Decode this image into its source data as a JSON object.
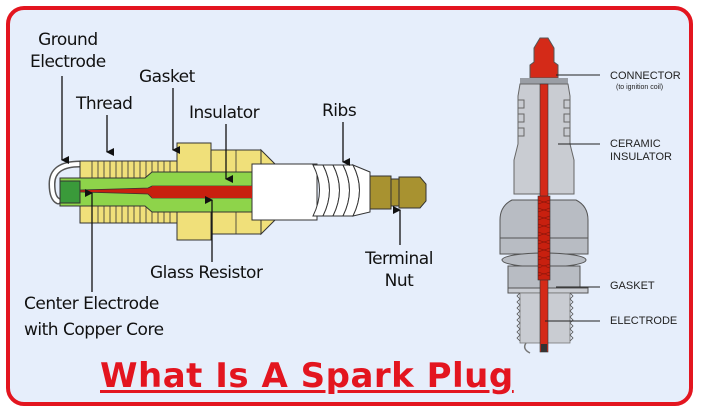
{
  "title": "What Is A Spark Plug",
  "left_diagram": {
    "labels": {
      "ground_electrode": "Ground Electrode",
      "ground_line1": "Ground",
      "ground_line2": "Electrode",
      "thread": "Thread",
      "gasket": "Gasket",
      "insulator": "Insulator",
      "ribs": "Ribs",
      "glass_resistor": "Glass Resistor",
      "terminal_line1": "Terminal",
      "terminal_line2": "Nut",
      "center_line1": "Center Electrode",
      "center_line2": "with Copper Core"
    }
  },
  "right_diagram": {
    "labels": {
      "connector": "CONNECTOR",
      "connector_note": "(to ignition coil)",
      "ceramic_line1": "CERAMIC",
      "ceramic_line2": "INSULATOR",
      "gasket": "GASKET",
      "electrode": "ELECTRODE"
    }
  },
  "colors": {
    "frame": "#e3151f",
    "background": "#e6eefb",
    "metal_shell": "#f0e07a",
    "insulator_green": "#8ed44a",
    "electrode_red": "#c8200f",
    "terminal_nut": "#a89230",
    "ceramic_gray": "#c9ccd2"
  }
}
